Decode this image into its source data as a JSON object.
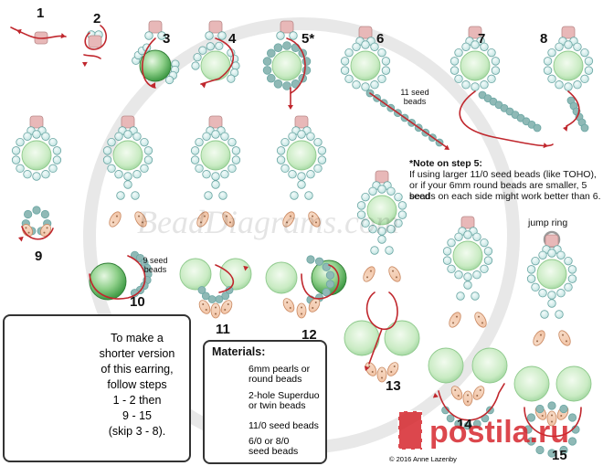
{
  "steps": [
    "1",
    "2",
    "3",
    "4",
    "5*",
    "6",
    "7",
    "8",
    "9",
    "10",
    "11",
    "12",
    "13",
    "14",
    "15"
  ],
  "annotations": {
    "eleven_seed_beads": "11 seed beads",
    "nine_seed_beads": "9 seed beads",
    "jump_ring": "jump ring"
  },
  "note": {
    "title": "*Note on step 5:",
    "line1": "If using larger 11/0 seed beads (like TOHO),",
    "line2": "or if your 6mm round beads are smaller, 5 seed",
    "line3": "beads on each side might work better than 6."
  },
  "shorter_version": {
    "line1": "To make a",
    "line2": "shorter version",
    "line3": "of this earring,",
    "line4": "follow steps",
    "line5": "1 - 2 then",
    "line6": "9 - 15",
    "line7": "(skip 3 - 8)."
  },
  "materials": {
    "title": "Materials:",
    "item1_line1": "6mm pearls or",
    "item1_line2": "round beads",
    "item2_line1": "2-hole Superduo",
    "item2_line2": "or twin beads",
    "item3": "11/0 seed beads",
    "item4_line1": "6/0 or 8/0",
    "item4_line2": "seed beads"
  },
  "watermark": "BeadDiagrams.com",
  "copyright": "© 2016 Anne Lazenby",
  "site_mark": "postila.ru",
  "colors": {
    "pearl": "#8fd08a",
    "pearl_dark": "#3f9a45",
    "seed": "#bfe3e0",
    "seed_edge": "#6aa6a3",
    "superduo": "#f2c4a6",
    "superduo_edge": "#c98860",
    "cap": "#e8b8b8",
    "thread": "#c0272d",
    "site_red": "#d6282e"
  }
}
